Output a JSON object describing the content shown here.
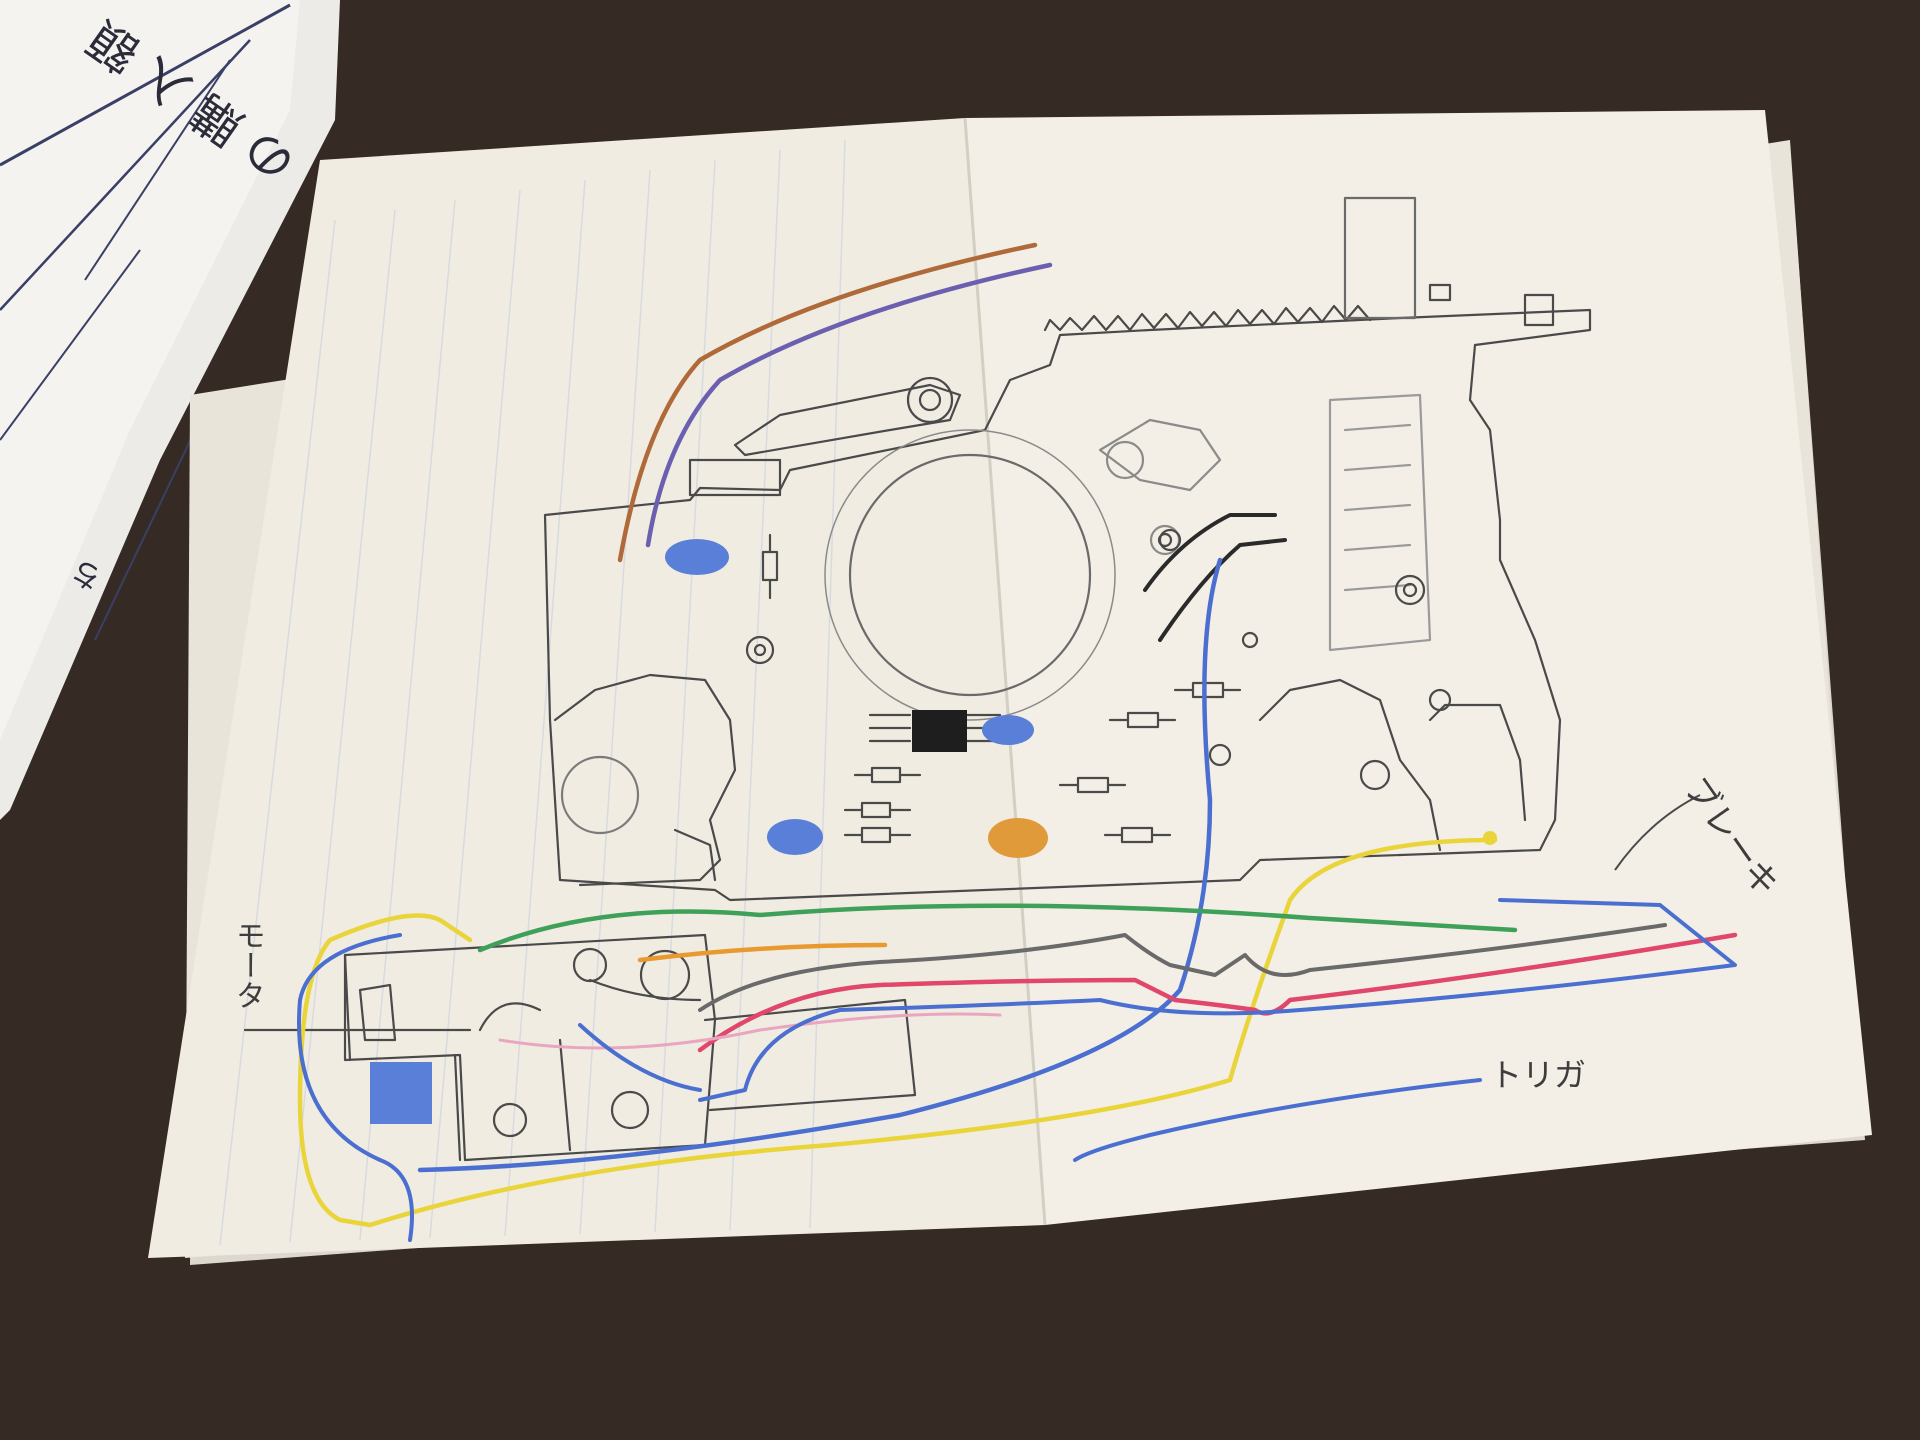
{
  "form_sheet": {
    "title": "の 購 入 額",
    "fragment": "ち"
  },
  "hand_labels": {
    "motor": "モータ",
    "brake": "ブレーキ",
    "trigger": "トリガ"
  },
  "colors": {
    "desk": "#3a2d27",
    "paper": "#f1ede3",
    "pencil": "#4a4a4a",
    "wire_blue": "#4a6fd1",
    "wire_yellow": "#e9d43a",
    "wire_red": "#e0476a",
    "wire_green": "#3fa05a",
    "wire_orange": "#e89a2f",
    "wire_purple": "#6b5fb0",
    "wire_brown": "#b06a3a",
    "cap_blue": "#5a7fd8",
    "cap_orange": "#e09a3a"
  }
}
